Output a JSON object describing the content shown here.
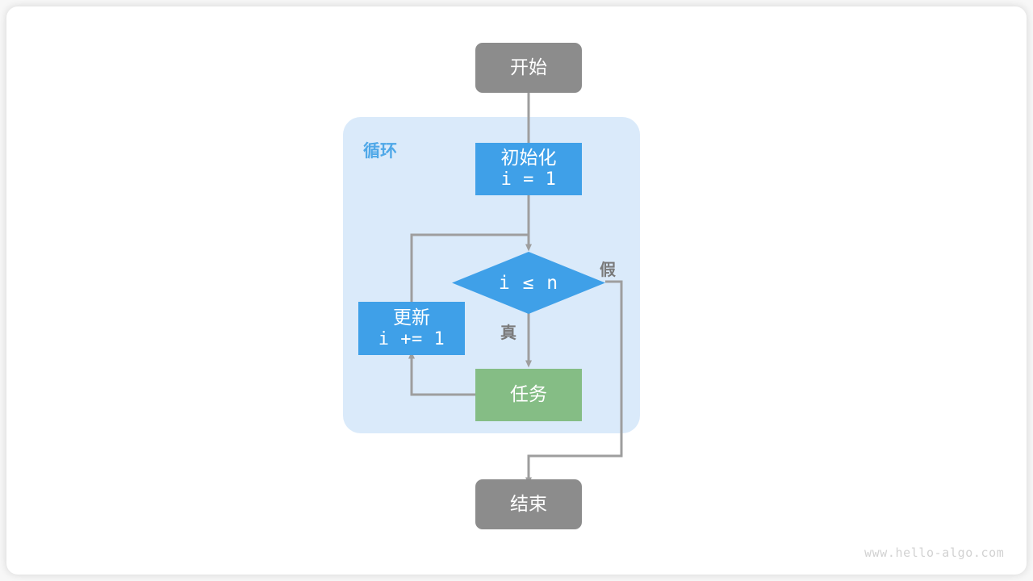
{
  "diagram": {
    "title": "for-loop-flowchart",
    "colors": {
      "terminal": "#8c8c8c",
      "process": "#3fa0e8",
      "task": "#85bd85",
      "loop_container": "#daeafa",
      "loop_label": "#4fa8e8",
      "edge": "#9e9e9e",
      "edge_label": "#7a7a7a",
      "canvas": "#ffffff"
    },
    "nodes": {
      "start": {
        "label": "开始",
        "shape": "rounded-rectangle",
        "kind": "terminal"
      },
      "init": {
        "label_line1": "初始化",
        "label_line2": "i = 1",
        "shape": "rectangle",
        "kind": "process"
      },
      "condition": {
        "label": "i ≤ n",
        "shape": "diamond",
        "kind": "decision"
      },
      "update": {
        "label_line1": "更新",
        "label_line2": "i += 1",
        "shape": "rectangle",
        "kind": "process"
      },
      "task": {
        "label": "任务",
        "shape": "rectangle",
        "kind": "task"
      },
      "end": {
        "label": "结束",
        "shape": "rounded-rectangle",
        "kind": "terminal"
      }
    },
    "container": {
      "label": "循环"
    },
    "edge_labels": {
      "true": "真",
      "false": "假"
    },
    "watermark": "www.hello-algo.com"
  }
}
